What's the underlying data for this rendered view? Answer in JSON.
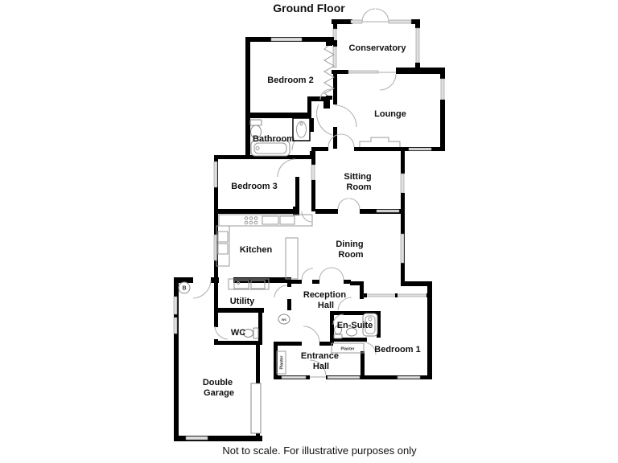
{
  "title": "Ground Floor",
  "footer": "Not to scale. For illustrative purposes only",
  "colors": {
    "wall": "#000000",
    "window_fill": "#e0e0e0",
    "window_stroke": "#8f8f8f",
    "door_arc": "#b3b3b3",
    "fixture_stroke": "#8a8a8a",
    "text": "#111111",
    "background": "#ffffff"
  },
  "rooms": {
    "conservatory": {
      "label": "Conservatory"
    },
    "bedroom2": {
      "label": "Bedroom 2"
    },
    "lounge": {
      "label": "Lounge"
    },
    "bathroom": {
      "label": "Bathroom"
    },
    "sitting_room": {
      "line1": "Sitting",
      "line2": "Room"
    },
    "bedroom3": {
      "label": "Bedroom 3"
    },
    "kitchen": {
      "label": "Kitchen"
    },
    "dining_room": {
      "line1": "Dining",
      "line2": "Room"
    },
    "utility": {
      "label": "Utility"
    },
    "reception_hall": {
      "line1": "Reception",
      "line2": "Hall"
    },
    "wc": {
      "label": "WC"
    },
    "ensuite": {
      "label": "En-Suite"
    },
    "bedroom1": {
      "label": "Bedroom 1"
    },
    "entrance_hall": {
      "line1": "Entrance",
      "line2": "Hall"
    },
    "double_garage": {
      "line1": "Double",
      "line2": "Garage"
    }
  },
  "annotations": {
    "planter_right": "Planter",
    "planter_left": "Planter",
    "wc_marker": "wc",
    "boiler_marker": "B"
  }
}
